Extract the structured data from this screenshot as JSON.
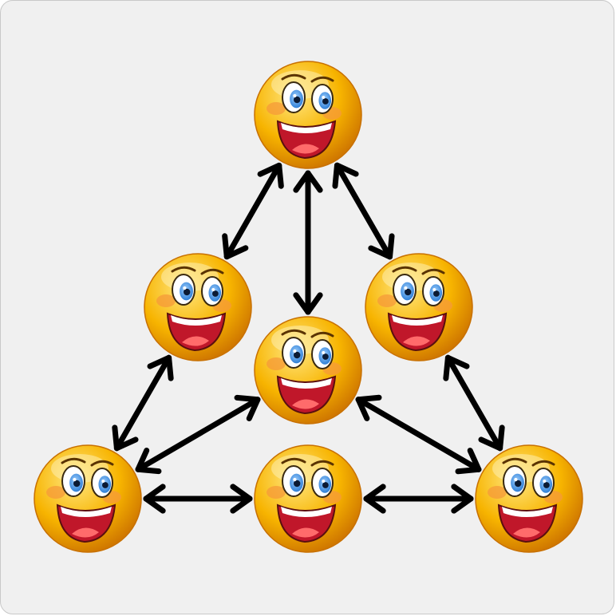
{
  "diagram": {
    "kind": "network-of-smileys",
    "node_icon": "laughing-smiley-icon",
    "colors": {
      "background": "#f0f0f0",
      "border": "#c8c8c8",
      "arrow": "#000000",
      "face_light": "#ffe680",
      "face_mid": "#f7b400",
      "face_dark": "#d07800",
      "iris": "#2f7fd6",
      "mouth": "#c0172a",
      "tongue": "#ff6b6b",
      "cheek": "#f59a3a"
    },
    "nodes": [
      {
        "id": "top"
      },
      {
        "id": "mid-left"
      },
      {
        "id": "mid-right"
      },
      {
        "id": "center"
      },
      {
        "id": "bottom-left"
      },
      {
        "id": "bottom-center"
      },
      {
        "id": "bottom-right"
      }
    ],
    "edges": [
      {
        "from": "top",
        "to": "mid-left",
        "direction": "both"
      },
      {
        "from": "top",
        "to": "mid-right",
        "direction": "both"
      },
      {
        "from": "top",
        "to": "center",
        "direction": "both"
      },
      {
        "from": "mid-left",
        "to": "bottom-left",
        "direction": "both"
      },
      {
        "from": "mid-right",
        "to": "bottom-right",
        "direction": "both"
      },
      {
        "from": "center",
        "to": "bottom-left",
        "direction": "both"
      },
      {
        "from": "center",
        "to": "bottom-right",
        "direction": "both"
      },
      {
        "from": "bottom-left",
        "to": "bottom-center",
        "direction": "both"
      },
      {
        "from": "bottom-center",
        "to": "bottom-right",
        "direction": "both"
      }
    ]
  }
}
